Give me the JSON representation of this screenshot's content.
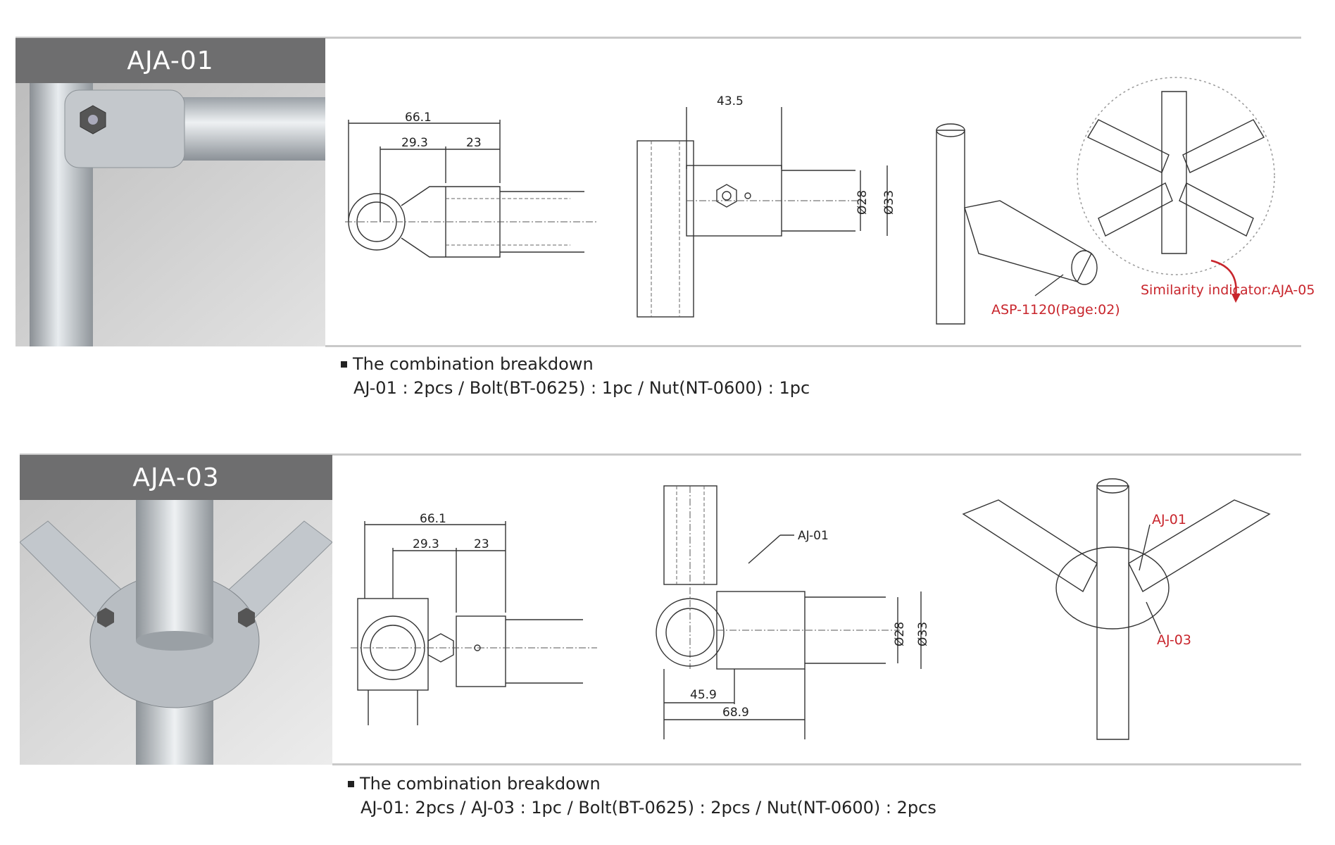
{
  "sections": [
    {
      "code": "AJA-01",
      "breakdown_title": "The combination breakdown",
      "breakdown_text": "AJ-01 : 2pcs / Bolt(BT-0625) : 1pc / Nut(NT-0600) : 1pc",
      "dims": {
        "overall": "66.1",
        "left": "29.3",
        "right": "23",
        "offset": "43.5",
        "inner_dia": "Ø28",
        "outer_dia": "Ø33"
      },
      "callouts": {
        "pipe": "ASP-1120(Page:02)",
        "similar": "Similarity indicator:AJA-05"
      }
    },
    {
      "code": "AJA-03",
      "breakdown_title": "The combination breakdown",
      "breakdown_text": "AJ-01: 2pcs / AJ-03 : 1pc / Bolt(BT-0625) : 2pcs / Nut(NT-0600) : 2pcs",
      "dims": {
        "overall": "66.1",
        "left": "29.3",
        "right": "23",
        "inner_dia": "Ø28",
        "outer_dia": "Ø33",
        "bottom_short": "45.9",
        "bottom_long": "68.9"
      },
      "callouts": {
        "part_a": "AJ-01",
        "part_b": "AJ-01",
        "part_c": "AJ-03"
      }
    }
  ],
  "colors": {
    "tab_bg": "#6e6e6f",
    "rule": "#c9c9c9",
    "callout": "#c8252c"
  }
}
